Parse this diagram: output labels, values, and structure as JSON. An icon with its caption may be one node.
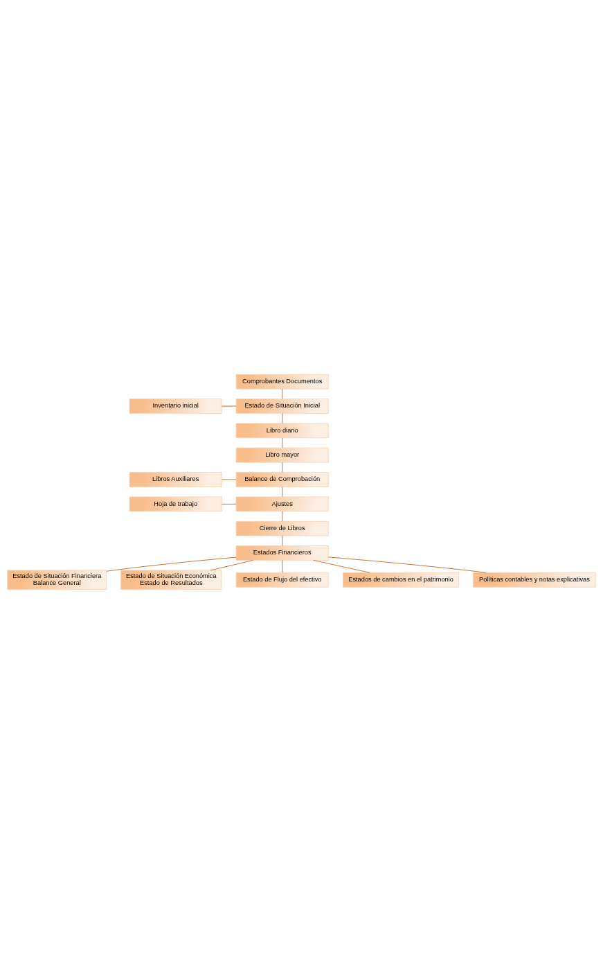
{
  "diagram": {
    "nodes": [
      {
        "text": [
          "Comprobantes Documentos"
        ]
      },
      {
        "text": [
          "Inventario inicial"
        ]
      },
      {
        "text": [
          "Estado de Situación Inicial"
        ]
      },
      {
        "text": [
          "Libro diario"
        ]
      },
      {
        "text": [
          "Libro mayor"
        ]
      },
      {
        "text": [
          "Libros Auxiliares"
        ]
      },
      {
        "text": [
          "Balance de Comprobación"
        ]
      },
      {
        "text": [
          "Hoja de trabajo"
        ]
      },
      {
        "text": [
          "Ajustes"
        ]
      },
      {
        "text": [
          "Cierre de Libros"
        ]
      },
      {
        "text": [
          "Estados Financieros"
        ]
      },
      {
        "text": [
          "Estado de Situación Financiera",
          "Balance General"
        ]
      },
      {
        "text": [
          "Estado de Situación Económica",
          "Estado de Resultados"
        ]
      },
      {
        "text": [
          "Estado de Flujo del efectivo"
        ]
      },
      {
        "text": [
          "Estados de cambios en el patrimonio"
        ]
      },
      {
        "text": [
          "Políticas contables y notas explicativas"
        ]
      }
    ],
    "edges": [
      {
        "from": 0,
        "to": 2,
        "arrow": "none"
      },
      {
        "from": 1,
        "to": 2,
        "arrow": "none"
      },
      {
        "from": 2,
        "to": 3,
        "arrow": "none"
      },
      {
        "from": 3,
        "to": 4,
        "arrow": "none"
      },
      {
        "from": 4,
        "to": 6,
        "arrow": "none"
      },
      {
        "from": 5,
        "to": 6,
        "arrow": "none"
      },
      {
        "from": 6,
        "to": 8,
        "arrow": "none"
      },
      {
        "from": 7,
        "to": 8,
        "arrow": "none"
      },
      {
        "from": 8,
        "to": 9,
        "arrow": "none"
      },
      {
        "from": 9,
        "to": 10,
        "arrow": "none"
      },
      {
        "from": 10,
        "to": 11,
        "arrow": "none"
      },
      {
        "from": 10,
        "to": 12,
        "arrow": "none"
      },
      {
        "from": 10,
        "to": 13,
        "arrow": "none"
      },
      {
        "from": 10,
        "to": 14,
        "arrow": "none"
      },
      {
        "from": 10,
        "to": 15,
        "arrow": "none"
      }
    ]
  }
}
